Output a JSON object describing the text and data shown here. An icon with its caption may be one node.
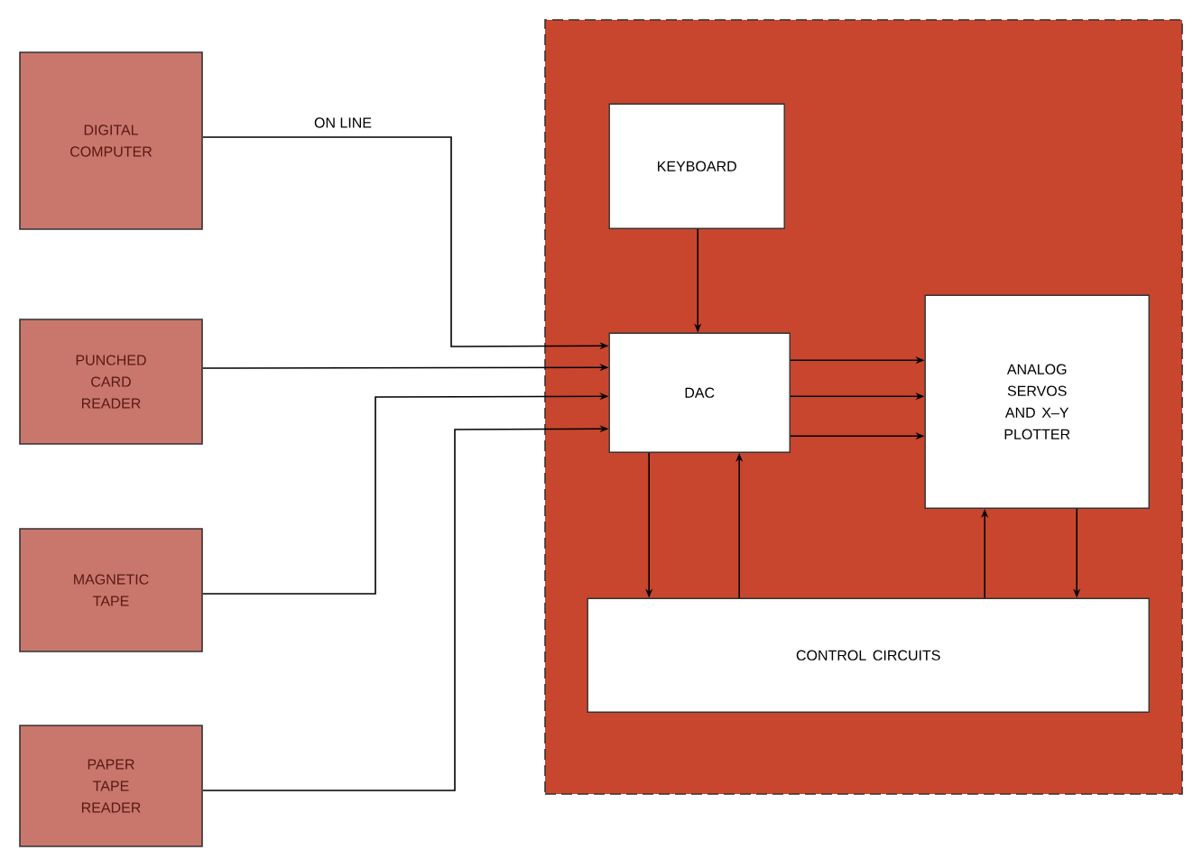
{
  "diagram": {
    "nodes": [
      {
        "text": [
          "DIGITAL COMPUTER"
        ]
      },
      {
        "text": [
          "PUNCHED CARD READER"
        ]
      },
      {
        "text": [
          "MAGNETIC TAPE"
        ]
      },
      {
        "text": [
          "PAPER TAPE READER"
        ]
      },
      {
        "text": [],
        "shape": "box"
      },
      {
        "text": [
          "KEYBOARD"
        ],
        "in": 4
      },
      {
        "text": [
          "DAC"
        ],
        "in": 4
      },
      {
        "text": [
          "ANALOG SERVOS AND X–Y PLOTTER"
        ],
        "in": 4
      },
      {
        "text": [
          "CONTROL CIRCUITS"
        ],
        "in": 4
      }
    ],
    "edges": [
      {
        "from": 0,
        "to": 6,
        "arrow": "to",
        "label": "ON LINE"
      },
      {
        "from": 1,
        "to": 6,
        "arrow": "to"
      },
      {
        "from": 2,
        "to": 6,
        "arrow": "to"
      },
      {
        "from": 3,
        "to": 6,
        "arrow": "to"
      },
      {
        "from": 5,
        "to": 6,
        "arrow": "to"
      },
      {
        "from": 6,
        "to": 7,
        "arrow": "to"
      },
      {
        "from": 6,
        "to": 7,
        "arrow": "to"
      },
      {
        "from": 6,
        "to": 7,
        "arrow": "to"
      },
      {
        "from": 6,
        "to": 8,
        "arrow": "to"
      },
      {
        "from": 8,
        "to": 6,
        "arrow": "to"
      },
      {
        "from": 8,
        "to": 7,
        "arrow": "to"
      },
      {
        "from": 7,
        "to": 8,
        "arrow": "to"
      }
    ]
  }
}
